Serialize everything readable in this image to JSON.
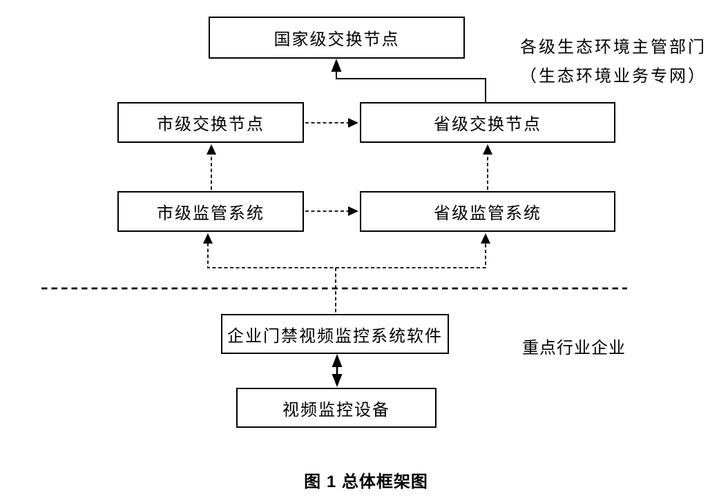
{
  "figure": {
    "caption": "图 1 总体框架图"
  },
  "zones": {
    "government": {
      "line1": "各级生态环境主管部门",
      "line2": "（生态环境业务专网）"
    },
    "enterprise": {
      "label": "重点行业企业"
    }
  },
  "nodes": {
    "national_exchange": "国家级交换节点",
    "city_exchange": "市级交换节点",
    "provincial_exchange": "省级交换节点",
    "city_supervision": "市级监管系统",
    "provincial_supervision": "省级监管系统",
    "enterprise_software": "企业门禁视频监控系统软件",
    "video_equipment": "视频监控设备"
  },
  "edges": [
    {
      "from": "provincial_exchange",
      "to": "national_exchange",
      "style": "solid-elbow-arrow"
    },
    {
      "from": "city_exchange",
      "to": "provincial_exchange",
      "style": "dashed-arrow"
    },
    {
      "from": "city_supervision",
      "to": "city_exchange",
      "style": "dashed-arrow"
    },
    {
      "from": "city_supervision",
      "to": "provincial_supervision",
      "style": "dashed-arrow"
    },
    {
      "from": "provincial_supervision",
      "to": "provincial_exchange",
      "style": "dashed-arrow"
    },
    {
      "from": "enterprise_software",
      "to": "city_supervision",
      "style": "dashed-elbow-arrow"
    },
    {
      "from": "enterprise_software",
      "to": "provincial_supervision",
      "style": "dashed-elbow-arrow"
    },
    {
      "from": "enterprise_software",
      "to": "video_equipment",
      "style": "solid-double-arrow"
    },
    {
      "type": "zone-separator",
      "style": "bold-dashed-line"
    }
  ],
  "colors": {
    "ink": "#000000",
    "background": "#ffffff",
    "box_fill": "#ffffff"
  }
}
